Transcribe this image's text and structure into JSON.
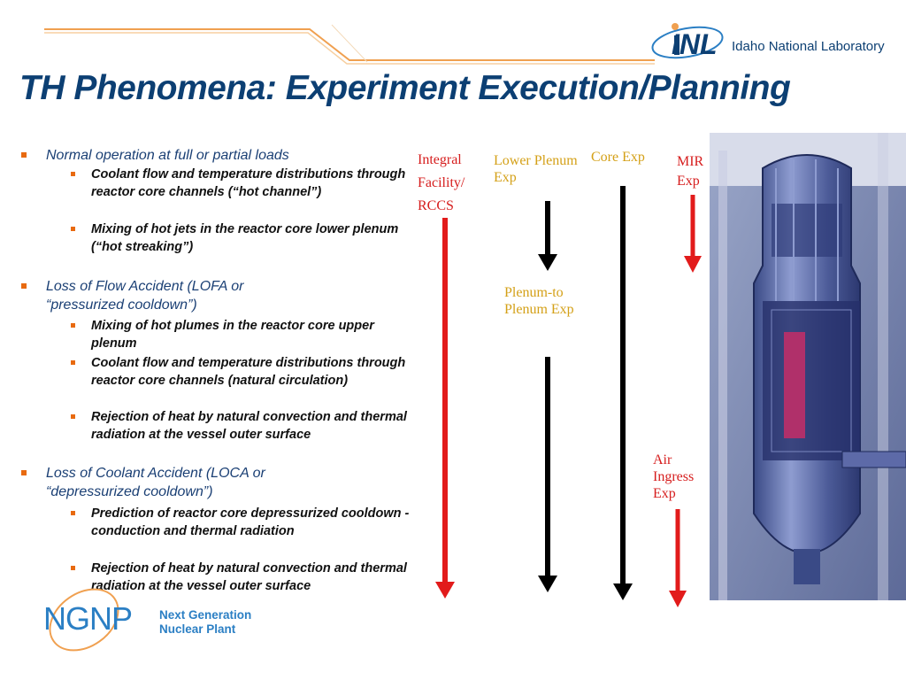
{
  "header": {
    "org_logo_text": "INL",
    "org_name": "Idaho National Laboratory"
  },
  "title": "TH Phenomena:  Experiment Execution/Planning",
  "bullets": [
    {
      "text": "Normal operation at full or partial loads",
      "subs": [
        "Coolant flow and temperature distributions through reactor core channels (“hot channel”)",
        "Mixing of hot jets in the reactor core lower plenum (“hot streaking”)"
      ]
    },
    {
      "text": "Loss of Flow Accident (LOFA or “pressurized cooldown”)",
      "subs": [
        "Mixing of hot plumes in the reactor core upper plenum",
        "Coolant flow and temperature distributions through reactor core channels (natural circulation)",
        "Rejection of heat by natural convection and thermal radiation at the vessel outer surface"
      ]
    },
    {
      "text": "Loss of Coolant Accident (LOCA or “depressurized cooldown”)",
      "subs": [
        "Prediction of reactor core depressurized cooldown - conduction and thermal radiation",
        "Rejection of heat by natural convection and thermal radiation at the vessel outer surface"
      ]
    }
  ],
  "experiments": {
    "integral": "Integral Facility/ RCCS",
    "lower_plenum": "Lower Plenum Exp",
    "core": "Core Exp",
    "mir": "MIR Exp",
    "plenum_to_plenum": "Plenum-to Plenum Exp",
    "air_ingress": "Air Ingress Exp"
  },
  "footer": {
    "logo_text": "NGNP",
    "name_line1": "Next Generation",
    "name_line2": "Nuclear Plant"
  },
  "colors": {
    "title": "#0c3f73",
    "bullet_marker": "#e86a10",
    "red_arrow": "#e21b1b",
    "gold_label": "#d4a017",
    "accent_line": "#f0a050"
  },
  "icons": [
    "inl-logo-icon",
    "ngnp-logo-icon",
    "reactor-vessel-image"
  ]
}
